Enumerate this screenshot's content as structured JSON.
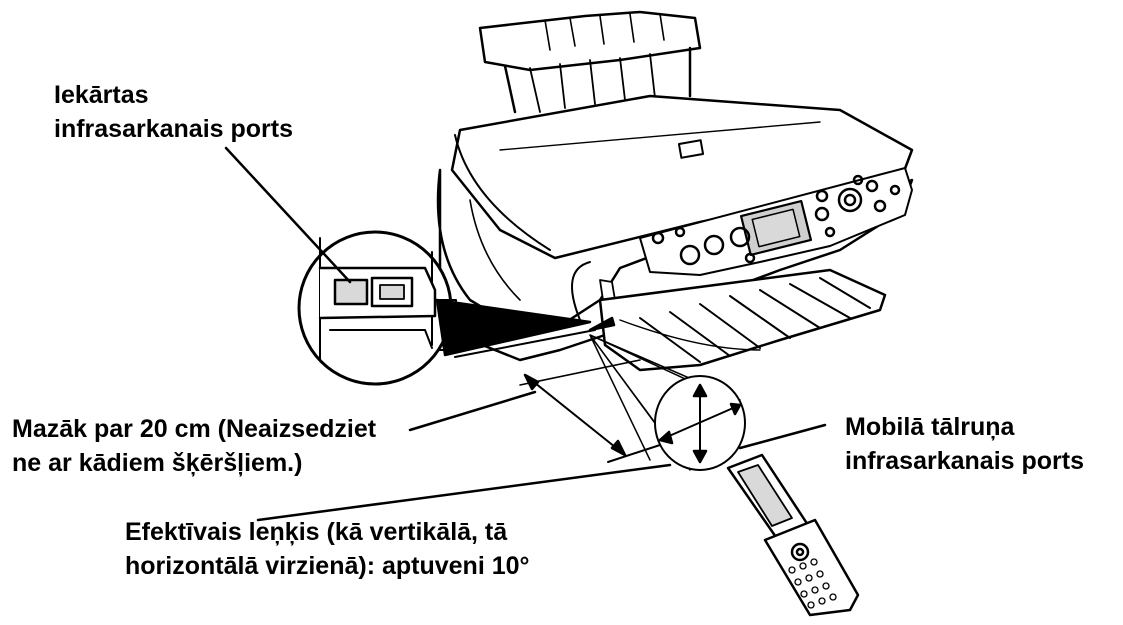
{
  "labels": {
    "device_port": [
      "Iekārtas",
      "infrasarkanais ports"
    ],
    "distance": [
      "Mazāk par 20 cm (Neaizsedziet",
      "ne ar kādiem šķēršļiem.)"
    ],
    "phone_port": [
      "Mobilā tālruņa",
      "infrasarkanais ports"
    ],
    "angle": [
      "Efektīvais leņķis (kā vertikālā, tā",
      "horizontālā virzienā): aptuveni 10°"
    ]
  },
  "colors": {
    "ink": "#000000",
    "paper": "#ffffff",
    "shade": "#d9d9d9",
    "screen": "#cfcfcf"
  }
}
